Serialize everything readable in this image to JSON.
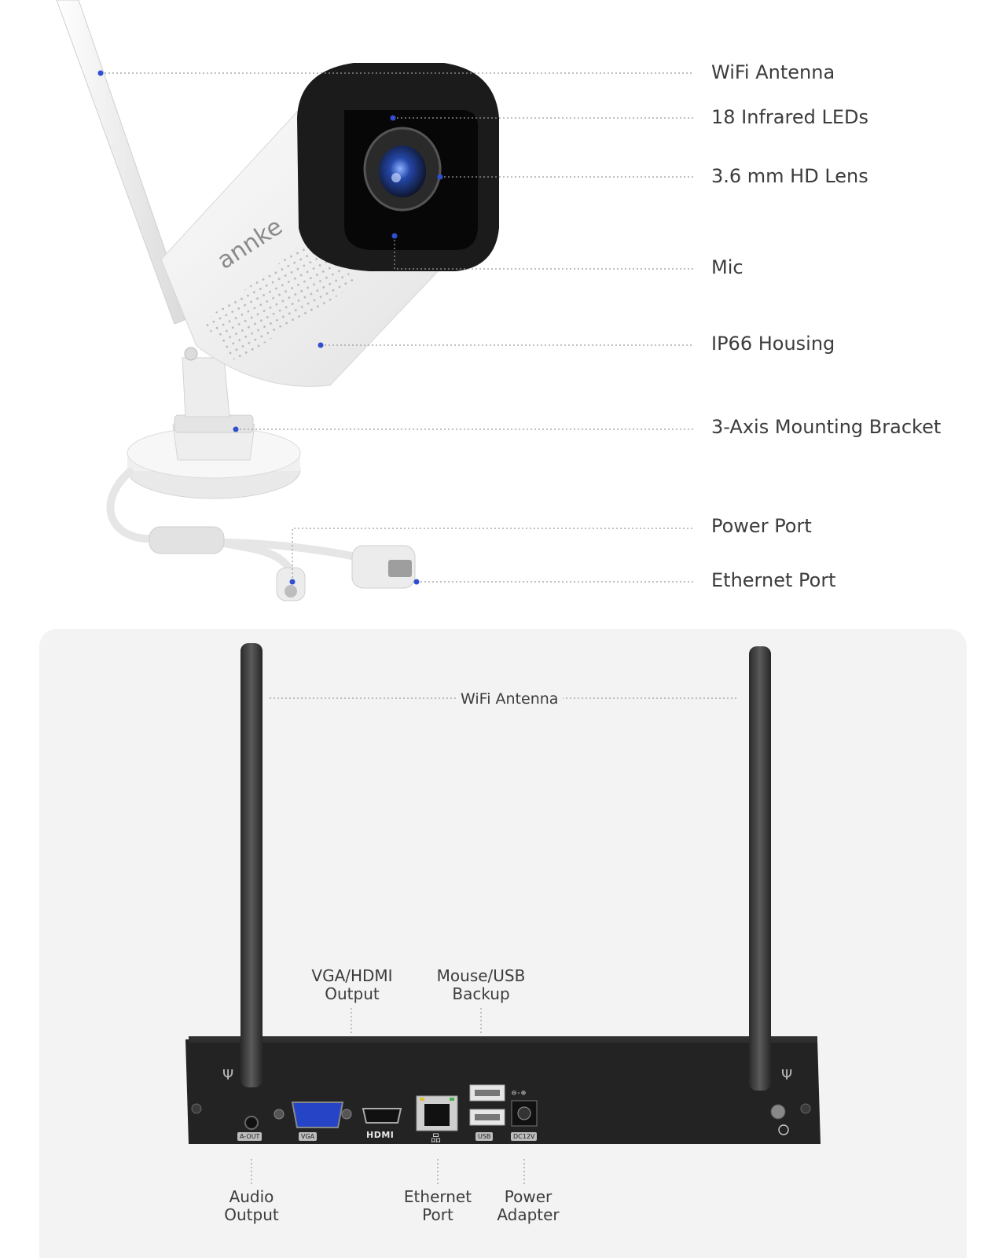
{
  "camera": {
    "brand_logo": "annke",
    "labels": {
      "wifi_antenna": "WiFi Antenna",
      "infrared_leds": "18 Infrared LEDs",
      "hd_lens": "3.6 mm HD Lens",
      "mic": "Mic",
      "housing": "IP66 Housing",
      "bracket": "3-Axis Mounting Bracket",
      "power_port": "Power Port",
      "ethernet_port": "Ethernet Port"
    }
  },
  "nvr": {
    "wifi_antenna": "WiFi Antenna",
    "vga_hdmi": [
      "VGA/HDMI",
      "Output"
    ],
    "mouse_usb": [
      "Mouse/USB",
      "Backup"
    ],
    "audio_output": [
      "Audio",
      "Output"
    ],
    "ethernet_port": [
      "Ethernet",
      "Port"
    ],
    "power_adapter": [
      "Power",
      "Adapter"
    ],
    "port_tags": {
      "audio": "A-OUT",
      "vga": "VGA",
      "hdmi": "HDMI",
      "usb": "USB",
      "dc": "DC12V"
    }
  },
  "colors": {
    "accent_dot": "#2f4fd0",
    "leader_line": "#9a9a9a",
    "panel_bg": "#f3f3f3"
  }
}
